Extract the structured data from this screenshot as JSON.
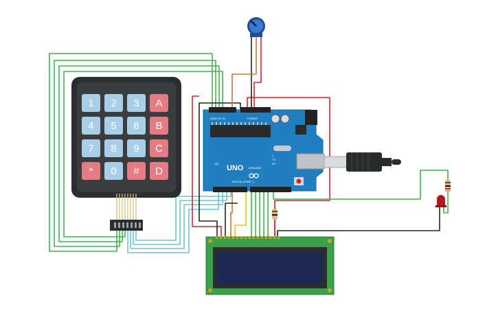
{
  "colors": {
    "background": "#ffffff",
    "keypad_body": "#2b2d2f",
    "key_digit": "#a9cfe8",
    "key_letter": "#e57b83",
    "arduino_board": "#1f7fbf",
    "lcd_pcb": "#3aa04a",
    "lcd_screen": "#1c2a52",
    "wire_green": "#3fb34f",
    "wire_blue": "#6cc3dc",
    "wire_red": "#d9232d",
    "wire_black": "#222222",
    "wire_yellow": "#e8c21a",
    "wire_orange": "#c77b2e"
  },
  "keypad": {
    "rows": [
      [
        {
          "label": "1",
          "kind": "digit"
        },
        {
          "label": "2",
          "kind": "digit"
        },
        {
          "label": "3",
          "kind": "digit"
        },
        {
          "label": "A",
          "kind": "letter"
        }
      ],
      [
        {
          "label": "4",
          "kind": "digit"
        },
        {
          "label": "5",
          "kind": "digit"
        },
        {
          "label": "6",
          "kind": "digit"
        },
        {
          "label": "B",
          "kind": "letter"
        }
      ],
      [
        {
          "label": "7",
          "kind": "digit"
        },
        {
          "label": "8",
          "kind": "digit"
        },
        {
          "label": "9",
          "kind": "digit"
        },
        {
          "label": "C",
          "kind": "letter"
        }
      ],
      [
        {
          "label": "*",
          "kind": "letter"
        },
        {
          "label": "0",
          "kind": "digit"
        },
        {
          "label": "#",
          "kind": "letter"
        },
        {
          "label": "D",
          "kind": "letter"
        }
      ]
    ]
  },
  "arduino": {
    "brand": "UNO",
    "subbrand": "ARDUINO",
    "digital_label": "DIGITAL (PWM ~)",
    "analog_label": "ANALOG IN",
    "power_label": "POWER",
    "tx_label": "TX",
    "rx_label": "RX",
    "l_label": "L",
    "on_label": "ON"
  },
  "components": {
    "potentiometer": "potentiometer-icon",
    "resistor": "resistor-icon",
    "led": "led-icon",
    "usb_cable": "usb-cable-icon"
  }
}
